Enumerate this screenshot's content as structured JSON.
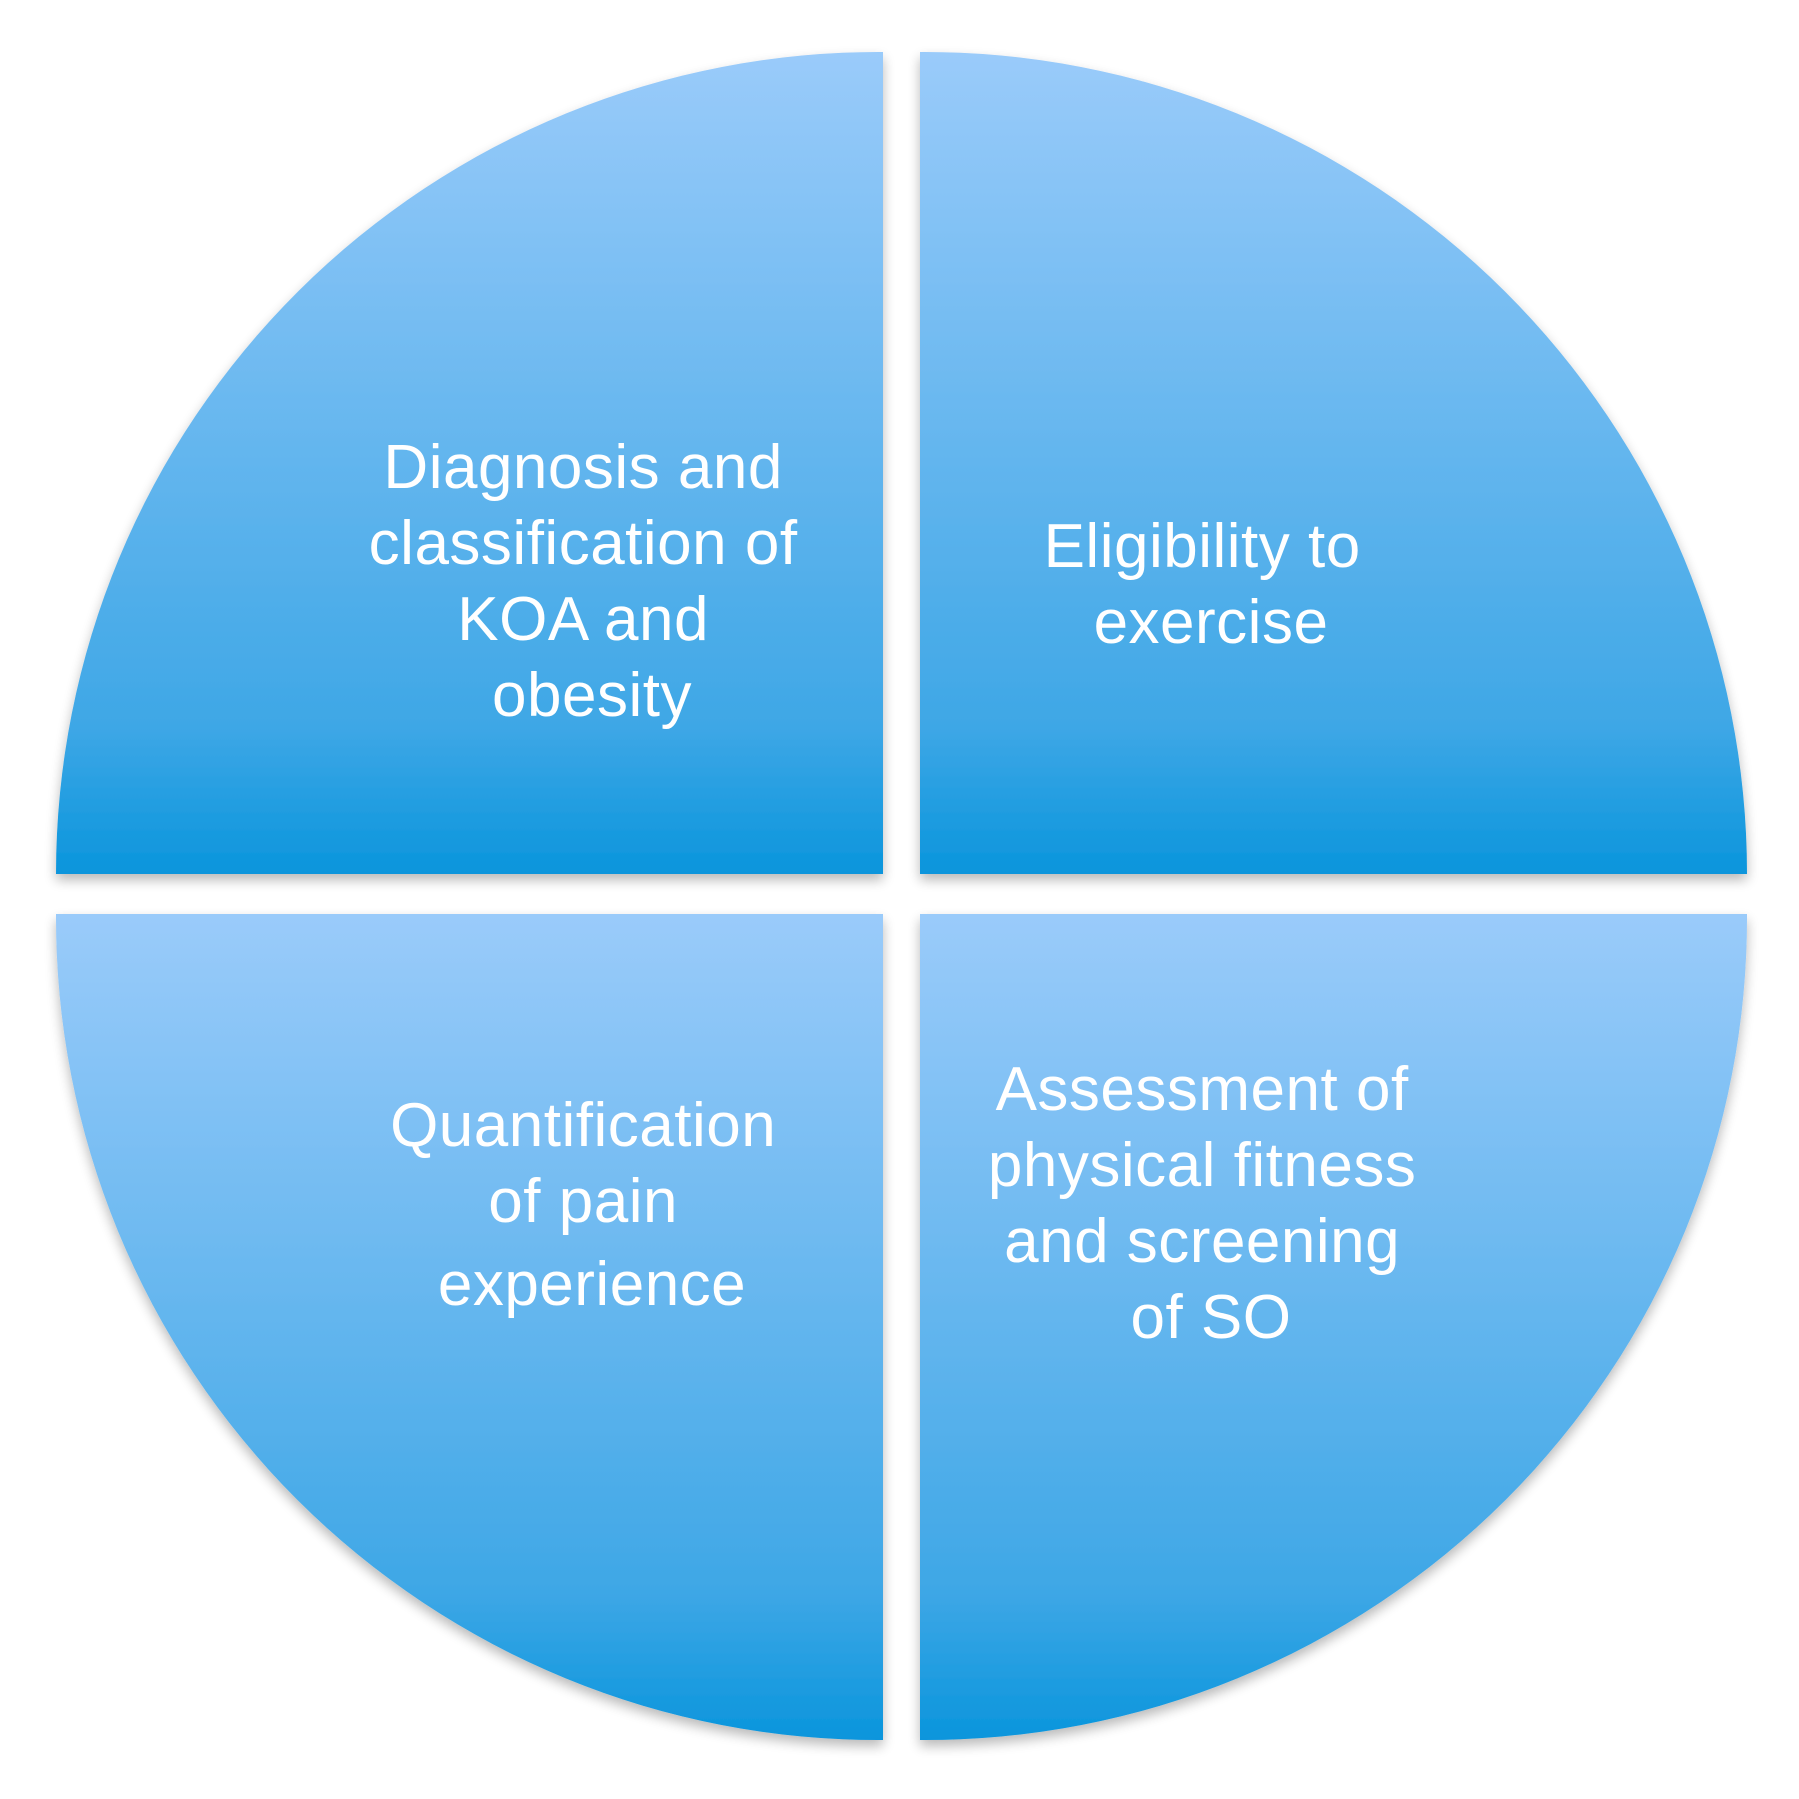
{
  "diagram": {
    "colors": {
      "gradient_top": "#9acbfa",
      "gradient_bottom": "#0a95dc",
      "text": "#ffffff",
      "background": "#ffffff"
    },
    "quadrants": [
      {
        "position": "top-left",
        "lines": [
          "Diagnosis and",
          "classification of",
          "KOA and",
          "obesity"
        ]
      },
      {
        "position": "top-right",
        "lines": [
          "Eligibility to",
          "exercise"
        ]
      },
      {
        "position": "bottom-left",
        "lines": [
          "Quantification",
          "of pain",
          "experience"
        ]
      },
      {
        "position": "bottom-right",
        "lines": [
          "Assessment of",
          "physical fitness",
          "and screening",
          "of SO"
        ]
      }
    ]
  }
}
